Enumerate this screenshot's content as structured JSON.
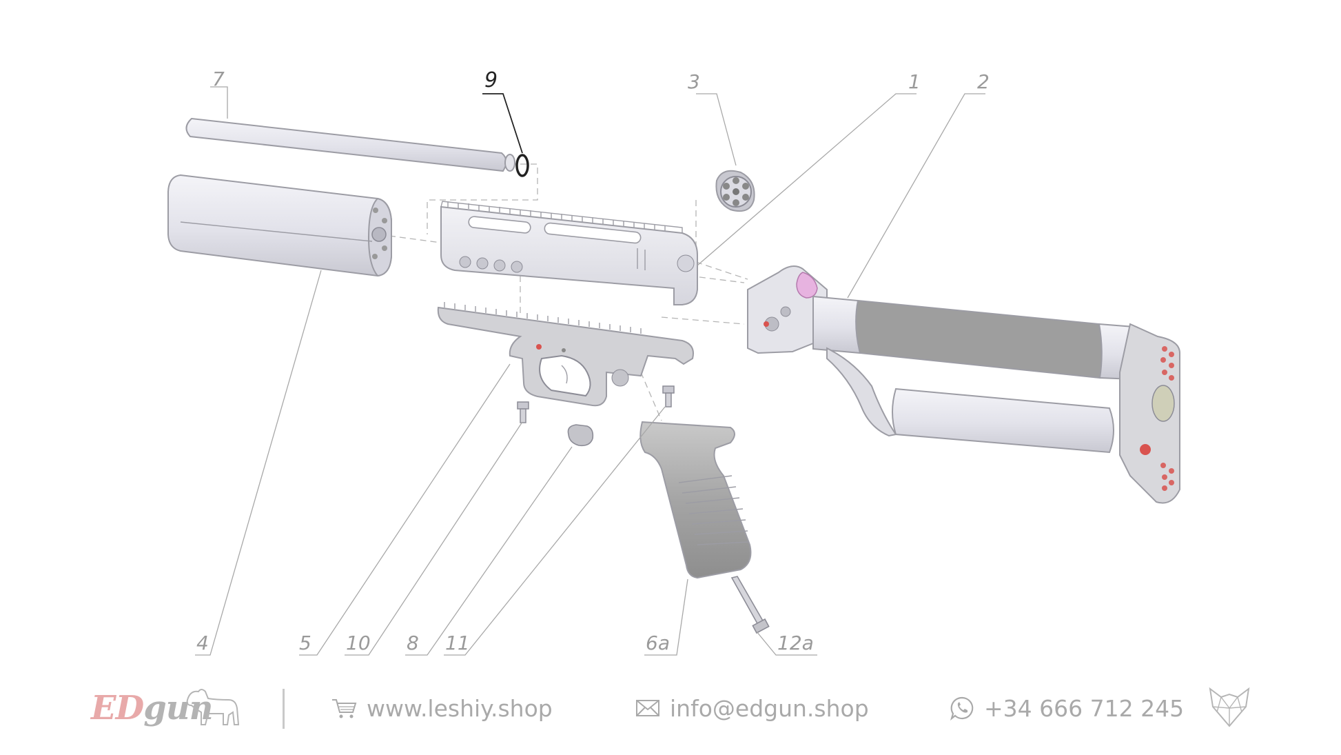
{
  "callouts": {
    "c7": "7",
    "c9": "9",
    "c3": "3",
    "c1": "1",
    "c2": "2",
    "c4": "4",
    "c5": "5",
    "c10": "10",
    "c8": "8",
    "c11": "11",
    "c6a": "6a",
    "c12a": "12a"
  },
  "footer": {
    "brand_ed": "ED",
    "brand_gun": "gun",
    "shop_url": "www.leshiy.shop",
    "email": "info@edgun.shop",
    "phone": "+34 666 712 245"
  },
  "icons": {
    "shop": "cart-icon",
    "email": "envelope-icon",
    "phone": "whatsapp-icon",
    "brand_mark": "fox-head-icon",
    "brand_animal": "dog-icon"
  },
  "colors": {
    "highlight_callout": "#222222",
    "muted_callout": "#9a9a9a",
    "brand_red": "#e8a9a9",
    "footer_text": "#a9a9a9",
    "accent_pink": "#e7b3e0",
    "accent_red": "#d9534f"
  }
}
